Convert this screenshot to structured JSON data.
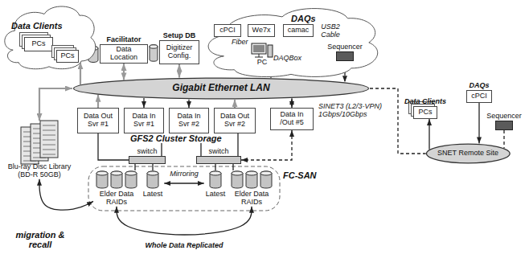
{
  "diagram": {
    "nodes": [
      {
        "text": [
          "Data Clients"
        ]
      },
      {
        "text": [
          "PCs"
        ],
        "in": 0
      },
      {
        "text": [
          "PCs"
        ],
        "in": 0
      },
      {
        "text": [
          "Facilitator",
          "Data Location"
        ]
      },
      {
        "text": [
          "Setup DB",
          "Digitizer Config."
        ]
      },
      {
        "text": [
          "DAQs"
        ]
      },
      {
        "text": [
          "cPCI"
        ],
        "in": 5
      },
      {
        "text": [
          "We7x"
        ],
        "in": 5
      },
      {
        "text": [
          "camac"
        ],
        "in": 5
      },
      {
        "text": [
          "PC"
        ],
        "in": 5
      },
      {
        "text": [
          "Sequencer"
        ],
        "in": 5
      },
      {
        "text": [
          "Gigabit Ethernet LAN"
        ]
      },
      {
        "text": [
          "Data Out Svr #1"
        ]
      },
      {
        "text": [
          "Data In Svr #1"
        ]
      },
      {
        "text": [
          "Data In Svr #2"
        ]
      },
      {
        "text": [
          "Data Out Svr #2"
        ]
      },
      {
        "text": [
          "Data In /Out #5"
        ]
      },
      {
        "text": [
          "switch"
        ]
      },
      {
        "text": [
          "switch"
        ]
      },
      {
        "text": [
          "Elder Data RAIDs"
        ]
      },
      {
        "text": [
          "Latest"
        ]
      },
      {
        "text": [
          "Latest"
        ]
      },
      {
        "text": [
          "Elder Data RAIDs"
        ]
      },
      {
        "text": [
          "Blu-ray Disc Library (BD-R 50GB)"
        ]
      },
      {
        "text": [
          "Data Clients",
          "PCs"
        ]
      },
      {
        "text": [
          "DAQs",
          "cPCI"
        ]
      },
      {
        "text": [
          "Sequencer"
        ]
      },
      {
        "text": [
          "SNET Remote Site"
        ]
      }
    ],
    "edges": [
      {
        "from": 11,
        "to": 0,
        "arrow": "to"
      },
      {
        "from": 3,
        "to": 11,
        "arrow": "both"
      },
      {
        "from": 4,
        "to": 11,
        "arrow": "both"
      },
      {
        "from": 9,
        "to": 11,
        "arrow": "to"
      },
      {
        "from": 10,
        "to": 11,
        "arrow": "to"
      },
      {
        "from": 6,
        "to": 9,
        "arrow": "none"
      },
      {
        "from": 8,
        "to": 9,
        "arrow": "none"
      },
      {
        "from": 23,
        "to": 11,
        "arrow": "both"
      },
      {
        "from": 12,
        "to": 11,
        "arrow": "to"
      },
      {
        "from": 11,
        "to": 13,
        "arrow": "to"
      },
      {
        "from": 11,
        "to": 14,
        "arrow": "to"
      },
      {
        "from": 15,
        "to": 11,
        "arrow": "to"
      },
      {
        "from": 11,
        "to": 16,
        "arrow": "both"
      },
      {
        "from": 12,
        "to": 17,
        "arrow": "none"
      },
      {
        "from": 13,
        "to": 17,
        "arrow": "none"
      },
      {
        "from": 14,
        "to": 18,
        "arrow": "none"
      },
      {
        "from": 15,
        "to": 18,
        "arrow": "none"
      },
      {
        "from": 16,
        "to": 18,
        "arrow": "both"
      },
      {
        "from": 17,
        "to": 19,
        "arrow": "none"
      },
      {
        "from": 17,
        "to": 20,
        "arrow": "none"
      },
      {
        "from": 18,
        "to": 21,
        "arrow": "none"
      },
      {
        "from": 18,
        "to": 22,
        "arrow": "none"
      },
      {
        "from": 20,
        "to": 21,
        "arrow": "both",
        "label": "Mirroring"
      },
      {
        "from": 19,
        "to": 22,
        "arrow": "both",
        "label": "Whole Data Replicated"
      },
      {
        "from": 23,
        "to": 19,
        "arrow": "both",
        "label": "migration & recall"
      },
      {
        "from": 11,
        "to": 27,
        "arrow": "none"
      },
      {
        "from": 27,
        "to": 24,
        "arrow": "to"
      },
      {
        "from": 25,
        "to": 27,
        "arrow": "to"
      },
      {
        "from": 26,
        "to": 27,
        "arrow": "none"
      }
    ],
    "labels": [
      "GFS2 Cluster Storage",
      "FC-SAN",
      "Fiber",
      "USB2 Cable",
      "DAQBox",
      "SINET3 (L2/3-VPN) 1Gbps/10Gbps"
    ]
  }
}
